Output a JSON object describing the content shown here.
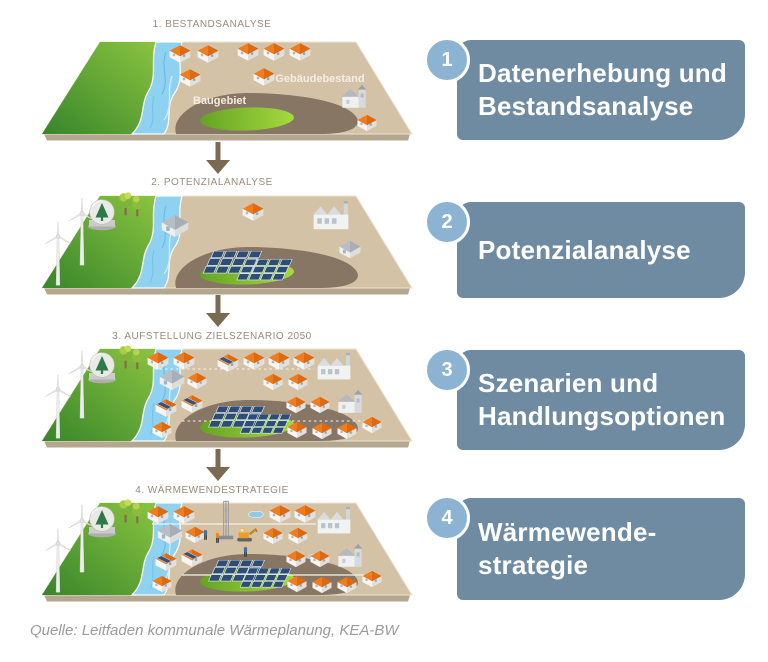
{
  "panels": [
    {
      "title": "1. BESTANDSANALYSE",
      "label_area": "Baugebiet",
      "label_buildings": "Gebäudebestand",
      "icons": [
        "field",
        "river",
        "houses",
        "church",
        "development-area"
      ]
    },
    {
      "title": "2. POTENZIALANALYSE",
      "icons": [
        "wind-turbines",
        "biogas-dome",
        "trees",
        "river",
        "solar-arrays",
        "factory",
        "houses",
        "barn"
      ]
    },
    {
      "title": "3. AUFSTELLUNG ZIELSZENARIO 2050",
      "icons": [
        "wind-turbines",
        "biogas-dome",
        "trees",
        "river",
        "solar-arrays",
        "solar-houses",
        "houses",
        "factory",
        "church",
        "dashed-heat-network"
      ]
    },
    {
      "title": "4. WÄRMEWENDESTRATEGIE",
      "icons": [
        "wind-turbines",
        "biogas-dome",
        "trees",
        "river",
        "solar-arrays",
        "solar-houses",
        "houses",
        "factory",
        "church",
        "heat-network",
        "drilling-rig",
        "excavator",
        "workers",
        "pond"
      ]
    }
  ],
  "steps": [
    {
      "number": "1",
      "line1": "Datenerhebung und",
      "line2": "Bestandsanalyse"
    },
    {
      "number": "2",
      "line1": "Potenzialanalyse",
      "line2": ""
    },
    {
      "number": "3",
      "line1": "Szenarien und",
      "line2": "Handlungsoptionen"
    },
    {
      "number": "4",
      "line1": "Wärmewende-",
      "line2": "strategie"
    }
  ],
  "source": "Quelle: Leitfaden kommunale Wärmeplanung, KEA-BW",
  "colors": {
    "step_box": "#6e8ba2",
    "step_circle": "#8cb4d2",
    "panel_title": "#9a8c7b",
    "arrow": "#7b6a52",
    "ground": "#d4c2a6",
    "development_area": "#877663",
    "river": "#8ed1f0",
    "field_green": "#4f9a33",
    "roof_orange": "#ef7c1d",
    "solar_panel": "#2d4d74",
    "source_text": "#9b9b9b"
  }
}
